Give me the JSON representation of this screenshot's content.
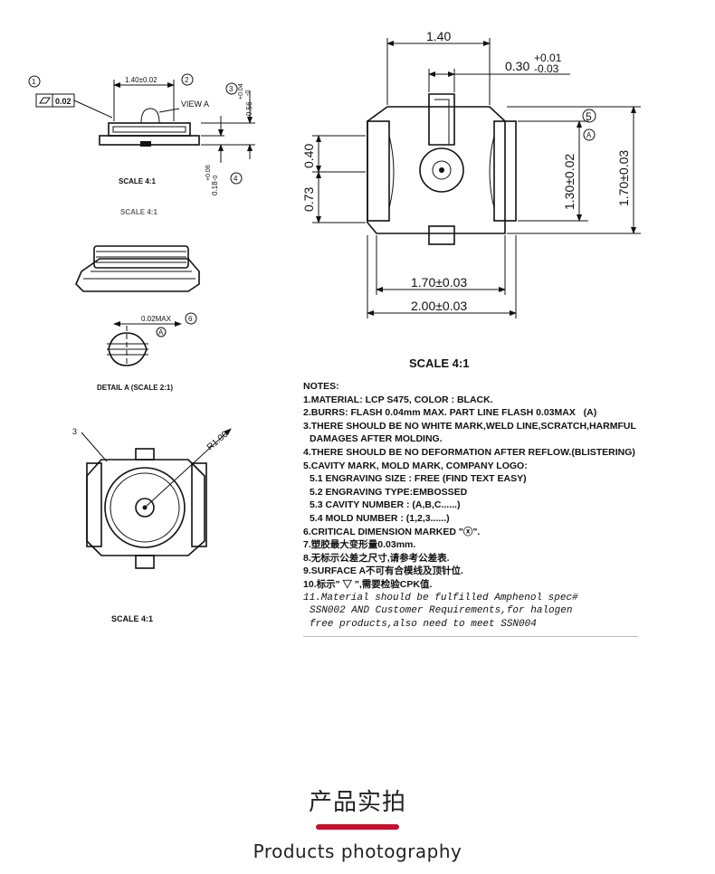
{
  "top_view": {
    "dim_width": "1.40",
    "dim_slot": "0.30",
    "dim_slot_tol_plus": "+0.01",
    "dim_slot_tol_minus": "-0.03",
    "dim_left_upper": "0.40",
    "dim_left_lower": "0.73",
    "dim_inner_height": "1.30±0.02",
    "dim_outer_height": "1.70±0.03",
    "dim_inner_width": "1.70±0.03",
    "dim_outer_width": "2.00±0.03",
    "callout_5": "5",
    "callout_a": "A",
    "scale": "SCALE 4:1"
  },
  "side_view": {
    "flatness_value": "0.02",
    "dim_width": "1.40±0.02",
    "view_label": "VIEW A",
    "dim_height": "0.56",
    "dim_height_tol_plus": "+0.04",
    "dim_height_tol_minus": "-0",
    "dim_base": "0.18",
    "dim_base_tol_plus": "+0.06",
    "dim_base_tol_minus": "-0",
    "callout_1": "1",
    "callout_2": "2",
    "callout_3": "3",
    "callout_4": "4",
    "scale": "SCALE 4:1",
    "scale_ghost": "SCALE 4:1"
  },
  "detail_view": {
    "dim_max": "0.02MAX",
    "callout_6": "6",
    "callout_a": "A",
    "label": "DETAIL A (SCALE 2:1)"
  },
  "bottom_view": {
    "callout_3": "3",
    "radius_label": "R1.00",
    "scale": "SCALE 4:1"
  },
  "notes": {
    "title": "NOTES:",
    "n1": "1.MATERIAL: LCP S475, COLOR : BLACK.",
    "n2": "2.BURRS: FLASH 0.04mm MAX. PART LINE FLASH 0.03MAX",
    "n2_callout": "A",
    "n3a": "3.THERE SHOULD BE NO WHITE MARK,WELD LINE,SCRATCH,HARMFUL",
    "n3b": "DAMAGES AFTER MOLDING.",
    "n4": "4.THERE SHOULD BE NO DEFORMATION AFTER REFLOW.(BLISTERING)",
    "n5": "5.CAVITY MARK, MOLD MARK, COMPANY LOGO:",
    "n51": "5.1 ENGRAVING SIZE : FREE (FIND TEXT EASY)",
    "n52": "5.2 ENGRAVING TYPE:EMBOSSED",
    "n53": "5.3 CAVITY NUMBER : (A,B,C......)",
    "n54": "5.4 MOLD NUMBER : (1,2,3......)",
    "n6": "6.CRITICAL DIMENSION MARKED \"ⓧ\".",
    "n7": "7.塑胶最大变形量0.03mm.",
    "n8": "8.无标示公差之尺寸,请参考公差表.",
    "n9": "9.SURFACE A不可有合模线及顶针位.",
    "n10": "10.标示\" ▽ \",需要检验CPK值.",
    "n11a": "11.Material should be fulfilled Amphenol spec#",
    "n11b": "SSN002 AND Customer Requirements,for halogen",
    "n11c": "free products,also need to meet SSN004"
  },
  "footer": {
    "title_cn": "产品实拍",
    "title_en": "Products photography",
    "accent_color": "#c8102e"
  }
}
